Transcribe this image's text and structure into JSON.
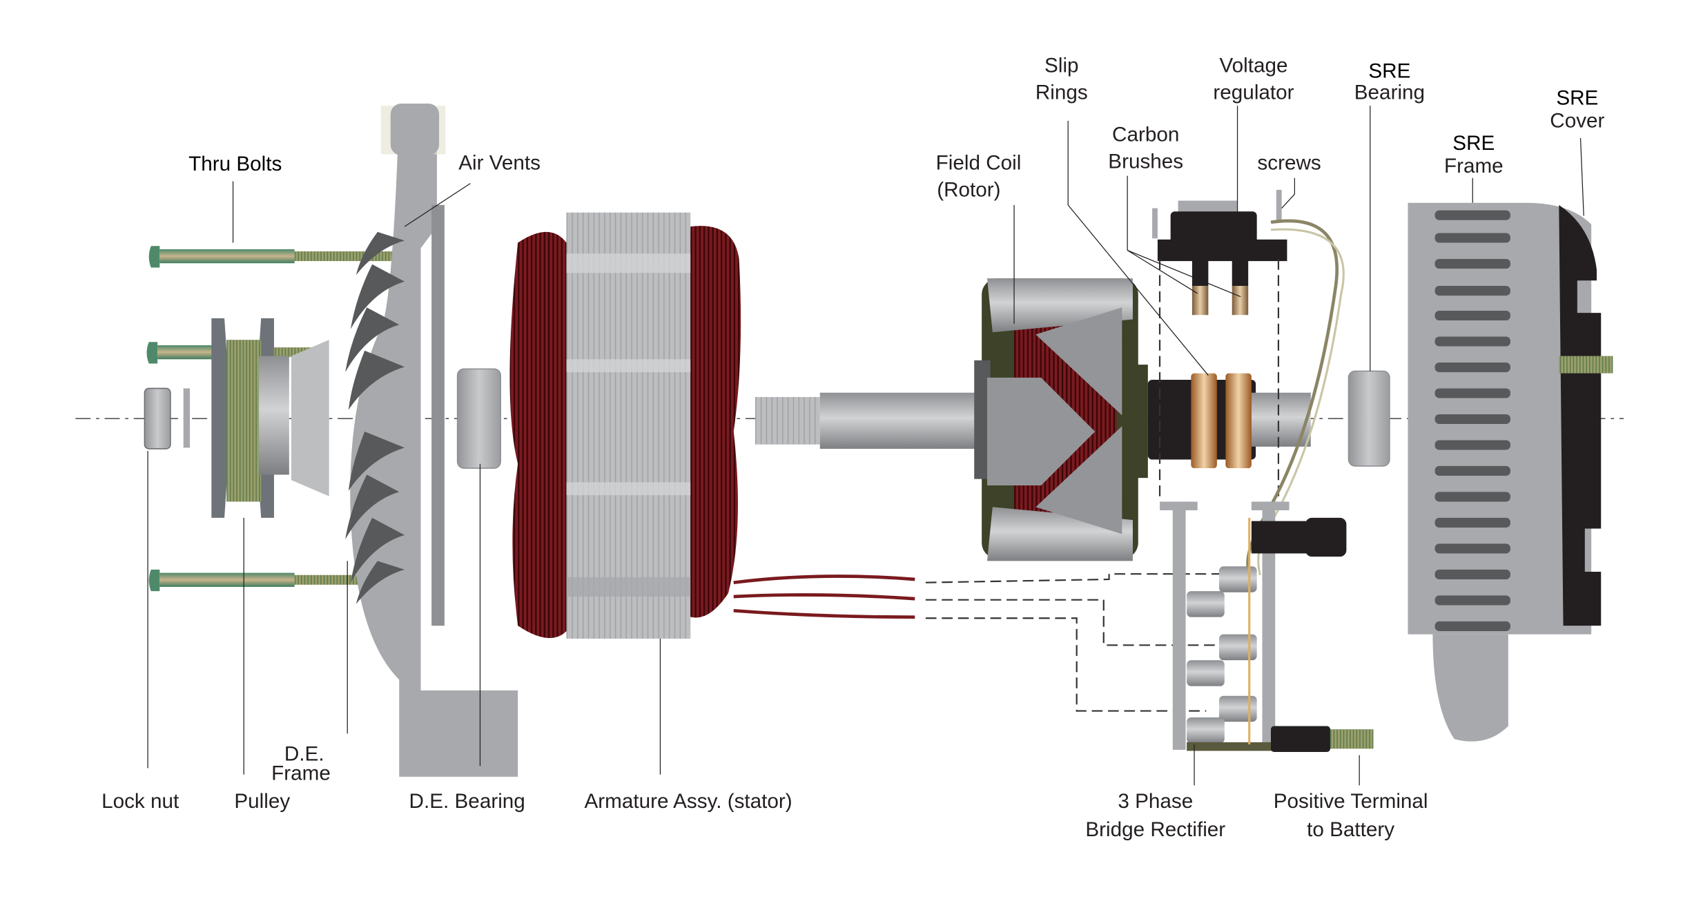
{
  "title": "Alternator exploded view",
  "labels": {
    "thru_bolts": "Thru Bolts",
    "air_vents": "Air Vents",
    "lock_nut": "Lock nut",
    "pulley": "Pulley",
    "de_frame_1": "D.E.",
    "de_frame_2": "Frame",
    "de_bearing": "D.E. Bearing",
    "armature": "Armature Assy. (stator)",
    "field_coil_1": "Field Coil",
    "field_coil_2": "(Rotor)",
    "slip_rings_1": "Slip",
    "slip_rings_2": "Rings",
    "carbon_brushes_1": "Carbon",
    "carbon_brushes_2": "Brushes",
    "voltage_regulator_1": "Voltage",
    "voltage_regulator_2": "regulator",
    "screws": "screws",
    "sre_bearing_1": "SRE",
    "sre_bearing_2": "Bearing",
    "sre_frame_1": "SRE",
    "sre_frame_2": "Frame",
    "sre_cover_1": "SRE",
    "sre_cover_2": "Cover",
    "rectifier_1": "3 Phase",
    "rectifier_2": "Bridge Rectifier",
    "positive_terminal_1": "Positive Terminal",
    "positive_terminal_2": "to Battery"
  },
  "colors": {
    "housing": "#a7a9ac",
    "housing_dark": "#58595b",
    "copper_winding": "#7a1a1f",
    "bolt": "#8c9a6a",
    "slip_ring": "#c8874a",
    "black_part": "#231f20",
    "rotor_olive": "#3d4228"
  }
}
